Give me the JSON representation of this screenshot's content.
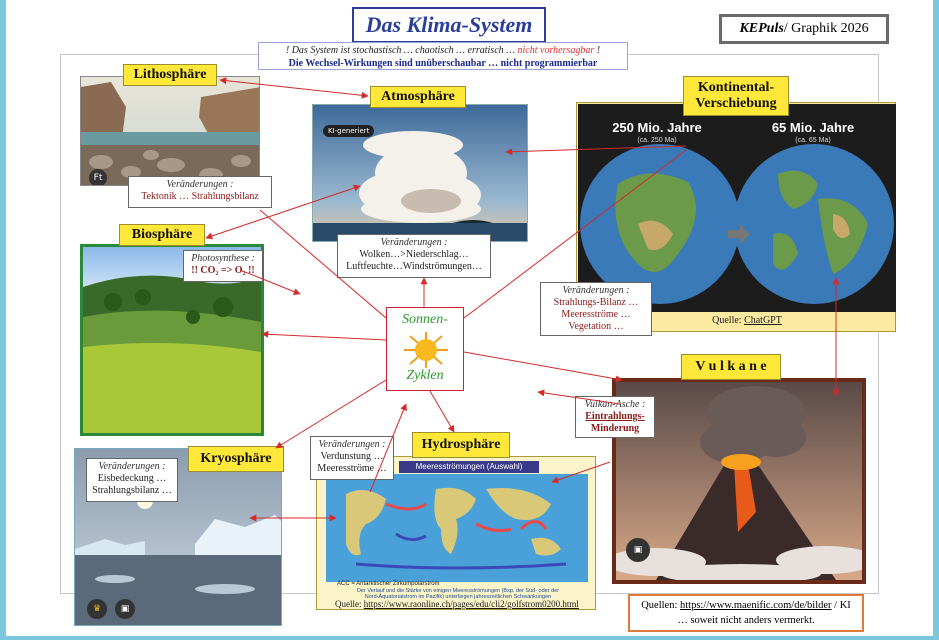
{
  "title": "Das Klima-System",
  "subtitle": {
    "line1_prefix": "Das System ist stochastisch … chaotisch … erratisch … ",
    "line1_emph": "nicht vorhersagbar",
    "line2": "Die Wechsel-Wirkungen sind unüberschaubar … nicht programmierbar"
  },
  "credit": {
    "name": "KEPuls",
    "rest": " / Graphik 2026"
  },
  "labels": {
    "lithosphere": "Lithosphäre",
    "atmosphere": "Atmosphäre",
    "continental_line1": "Kontinental-",
    "continental_line2": "Verschiebung",
    "biosphere": "Biosphäre",
    "volcanoes": "V u l k a n e",
    "cryosphere": "Kryosphäre",
    "hydrosphere": "Hydrosphäre"
  },
  "notes": {
    "litho_head": "Veränderungen :",
    "litho_body": "Tektonik … Strahlungsbilanz",
    "atmo_head": "Veränderungen :",
    "atmo_body1": "Wolken…>Niederschlag…",
    "atmo_body2": "Luftfeuchte…Windströmungen…",
    "bio_head": "Photosynthese :",
    "bio_body": "!! CO₂ => O₂ !!",
    "konti_head": "Veränderungen :",
    "konti_body1": "Strahlungs-Bilanz …",
    "konti_body2": "Meeresströme …",
    "konti_body3": "Vegetation …",
    "vulkan_head": "Vulkan-Asche :",
    "vulkan_body1": "Eintrahlungs-",
    "vulkan_body2": "Minderung",
    "kryo_head": "Veränderungen :",
    "kryo_body1": "Eisbedeckung …",
    "kryo_body2": "Strahlungsbilanz …",
    "hydro_head": "Veränderungen :",
    "hydro_body1": "Verdunstung …",
    "hydro_body2": "Meeresströme …"
  },
  "sun": {
    "top": "Sonnen-",
    "bottom": "Zyklen"
  },
  "continental_map": {
    "left_title": "250 Mio. Jahre",
    "left_sub": "(ca. 250 Ma)",
    "right_title": "65 Mio. Jahre",
    "right_sub": "(ca. 65 Ma)",
    "source_prefix": "Quelle:  ",
    "source_link": "ChatGPT"
  },
  "atmo_badge": "KI-generiert",
  "ocean_map": {
    "header": "Meeresströmungen  (Auswahl)",
    "footer1": "ACC = Antarktischer Zirkumpolarstrom",
    "footer2": "Der Verlauf und die Stärke von einigen Meeresströmungen (Bsp. der Süd- oder der",
    "footer3": "Nord-Äquatorialstrom im Pazifik) unterliegen jahreszeitlichen Schwankungen",
    "source_prefix": "Quelle: ",
    "source_link": "https://www.raonline.ch/pages/edu/cli2/golfstrom0200.html"
  },
  "quellen": {
    "prefix": "Quellen: ",
    "link": "https://www.maenific.com/de/bilder",
    "suffix": " / KI",
    "line2": "… soweit nicht anders vermerkt."
  },
  "icons": {
    "litho_badge": "Ft",
    "kryo_badge1": "♛",
    "kryo_badge2": "▣",
    "vulkan_badge": "▣"
  },
  "colors": {
    "accent": "#2a3f9a",
    "label": "#ffe83a",
    "arrow": "#d42a2a",
    "frame": "#7cc6df"
  }
}
